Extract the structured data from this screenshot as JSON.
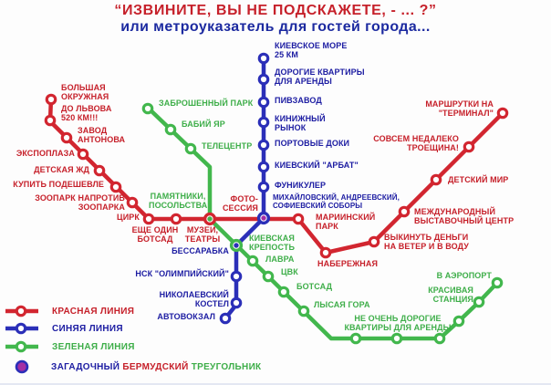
{
  "title": {
    "line1": "“ИЗВИНИТЕ, ВЫ НЕ ПОДСКАЖЕТЕ, - ... ?”",
    "line2": "или метроуказатель для гостей города..."
  },
  "colors": {
    "red_line": "#d22630",
    "blue_line": "#2b2fb8",
    "green_line": "#42b74d",
    "red_text": "#c6202a",
    "blue_text": "#1c1ca2",
    "green_text": "#3eae49",
    "bermuda_purple": "#a42fa4",
    "background": "#fdfdfd"
  },
  "legend": {
    "red_label": "КРАСНАЯ ЛИНИЯ",
    "blue_label": "СИНЯЯ ЛИНИЯ",
    "green_label": "ЗЕЛЕНАЯ ЛИНИЯ",
    "bermuda": {
      "w1": "ЗАГАДОЧНЫЙ",
      "w2": "БЕРМУДСКИЙ",
      "w3": "ТРЕУГОЛЬНИК"
    }
  },
  "stations": {
    "red": {
      "bolshaya_okruzhnaya": "БОЛЬШАЯ\nОКРУЖНАЯ",
      "do_lvova": "ДО ЛЬВОВА\n520 КМ!!!",
      "zavod_antonova": "ЗАВОД\nАНТОНОВА",
      "ekspoplaza": "ЭКСПОПЛАЗА",
      "detskaya_zhd": "ДЕТСКАЯ ЖД",
      "kupit_podeshevle": "КУПИТЬ ПОДЕШЕВЛЕ",
      "zoopark": "ЗООПАРК НАПРОТИВ\nЗООПАРКА",
      "tsirk": "ЦИРК",
      "esche_odin_botsad": "ЕЩЕ ОДИН\nБОТСАД",
      "muzei_teatry": "МУЗЕИ,\nТЕАТРЫ",
      "foto_sessiya": "ФОТО-\nСЕССИЯ",
      "mariinsky_park": "МАРИИНСКИЙ\nПАРК",
      "naberezhnaya": "НАБЕРЕЖНАЯ",
      "vykinut_dengi": "ВЫКИНУТЬ ДЕНЬГИ\nНА ВЕТЕР И В ВОДУ",
      "mezhdunarodny": "МЕЖДУНАРОДНЫЙ\nВЫСТАВОЧНЫЙ ЦЕНТР",
      "detsky_mir": "ДЕТСКИЙ МИР",
      "troeschina": "СОВСЕМ НЕДАЛЕКО\nТРОЕЩИНА!",
      "marshrutki": "МАРШРУТКИ НА\n\"ТЕРМИНАЛ\""
    },
    "blue": {
      "kievskoe_more": "КИЕВСКОЕ МОРЕ\n25 КМ",
      "dorogie_kvartiry": "ДОРОГИЕ КВАРТИРЫ\nДЛЯ АРЕНДЫ",
      "pivzavod": "ПИВЗАВОД",
      "kinizhny_rynok": "КИНИЖНЫЙ\nРЫНОК",
      "portovye_doki": "ПОРТОВЫЕ ДОКИ",
      "kievsky_arbat": "КИЕВСКИЙ \"АРБАТ\"",
      "funikuler": "ФУНИКУЛЕР",
      "sobory": "МИХАЙЛОВСКИЙ, АНДРЕЕВСКИЙ,\nСОФИЕВСКИЙ СОБОРЫ",
      "bessarabka": "БЕССАРАБКА",
      "nsk_olimpiysky": "НСК \"ОЛИМПИЙСКИЙ\"",
      "nikolaevsky_kostel": "НИКОЛАЕВСКИЙ\nКОСТЕЛ",
      "avtovokzal": "АВТОВОКЗАЛ"
    },
    "green": {
      "zabroshenny_park": "ЗАБРОШЕННЫЙ ПАРК",
      "babiy_yar": "БАБИЙ ЯР",
      "teletsentr": "ТЕЛЕЦЕНТР",
      "pamyatniki": "ПАМЯТНИКИ,\nПОСОЛЬСТВА",
      "kievskaya_krepost": "КИЕВСКАЯ\nКРЕПОСТЬ",
      "lavra": "ЛАВРА",
      "tsvk": "ЦВК",
      "botsad": "БОТСАД",
      "lysaya_gora": "ЛЫСАЯ ГОРА",
      "nedorogie_kvartiry": "НЕ ОЧЕНЬ ДОРОГИЕ\nКВАРТИРЫ ДЛЯ АРЕНДЫ",
      "krasivaya_stantsiya": "КРАСИВАЯ\nСТАНЦИЯ",
      "v_aeroport": "В АЭРОПОРТ"
    }
  }
}
